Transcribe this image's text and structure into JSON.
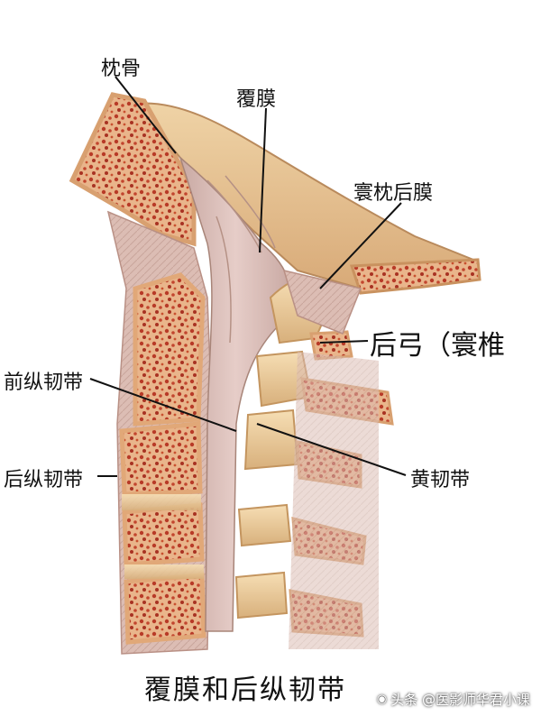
{
  "labels": {
    "occipital": "枕骨",
    "tectorial": "覆膜",
    "atlanto_occipital": "寰枕后膜",
    "posterior_arch": "后弓（寰椎",
    "anterior_longitudinal": "前纵韧带",
    "posterior_longitudinal": "后纵韧带",
    "ligamentum_flavum": "黄韧带"
  },
  "caption": "覆膜和后纵韧带",
  "watermark": {
    "text": "头条 @医影师华君小课",
    "icon": "wechat-icon"
  },
  "colors": {
    "bone_cortex": "#e8b58a",
    "bone_marrow": "#c0392b",
    "ligament": "#d9b8b0",
    "disc": "#f1d3a3",
    "skull_top": "#e8c79a"
  }
}
